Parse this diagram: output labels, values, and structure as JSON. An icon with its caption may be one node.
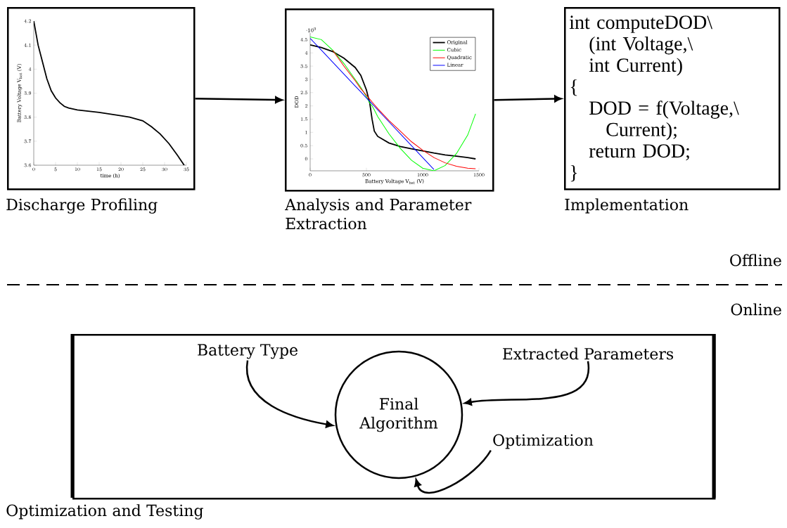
{
  "diagram": {
    "nodes": [
      {
        "text": [],
        "shape": "box",
        "beside": [
          "Discharge Profiling"
        ]
      },
      {
        "text": [],
        "shape": "box",
        "beside": [
          "Analysis and Parameter Extraction"
        ]
      },
      {
        "text": [
          "int computeDOD\\",
          "(int Voltage,\\",
          "int Current)",
          "{",
          "DOD = f(Voltage,\\",
          "Current);",
          "return DOD;",
          "}"
        ],
        "beside": [
          "Implementation"
        ]
      },
      {
        "text": [],
        "shape": "box",
        "beside": [
          "Optimization and Testing"
        ]
      },
      {
        "text": [
          "Battery Type"
        ],
        "in": 3
      },
      {
        "text": [
          "Final Algorithm"
        ],
        "in": 3
      },
      {
        "text": [
          "Extracted Parameters"
        ],
        "in": 3
      },
      {
        "text": [
          "Optimization"
        ],
        "in": 3
      }
    ],
    "edges": [
      {
        "from": 0,
        "to": 1,
        "arrow": "to"
      },
      {
        "from": 1,
        "to": 2,
        "arrow": "to"
      },
      {
        "from": 4,
        "to": 5,
        "arrow": "to"
      },
      {
        "from": 6,
        "to": 5,
        "arrow": "to"
      },
      {
        "from": 7,
        "to": 5,
        "arrow": "to"
      }
    ],
    "labels": [
      "Offline",
      "Online"
    ],
    "chart_data": [
      {
        "type": "line",
        "xlabel": "time (h)",
        "ylabel": "Battery Voltage V$_{bat}$ (V)",
        "x": [
          0,
          1,
          2,
          3,
          4,
          5,
          6,
          7,
          8,
          10,
          15,
          20,
          22,
          25,
          27,
          29,
          31,
          33,
          34.5
        ],
        "values": [
          4.2,
          4.1,
          4.03,
          3.96,
          3.91,
          3.88,
          3.86,
          3.845,
          3.838,
          3.83,
          3.82,
          3.806,
          3.8,
          3.785,
          3.76,
          3.73,
          3.69,
          3.64,
          3.6
        ],
        "xlim": [
          0,
          35
        ],
        "ylim": [
          3.6,
          4.2
        ],
        "xticks": [
          0,
          5,
          10,
          15,
          20,
          25,
          30,
          35
        ],
        "yticks": [
          3.6,
          3.7,
          3.8,
          3.9,
          4,
          4.1,
          4.2
        ]
      },
      {
        "type": "line",
        "xlabel": "Battery Voltage V$_{bat}$ (V)",
        "ylabel": "DOD",
        "x": [
          0,
          100,
          200,
          300,
          400,
          450,
          500,
          530,
          550,
          570,
          600,
          700,
          800,
          900,
          1000,
          1100,
          1200,
          1300,
          1400,
          1470
        ],
        "series": [
          {
            "name": "Original",
            "color": "#000000",
            "values": [
              4.3,
              4.2,
              4.05,
              3.8,
              3.45,
              3.15,
              2.6,
              2.1,
              1.5,
              1.05,
              0.85,
              0.6,
              0.47,
              0.38,
              0.3,
              0.22,
              0.15,
              0.1,
              0.05,
              0.0
            ]
          },
          {
            "name": "Cubic",
            "color": "#00ff00",
            "values": [
              4.6,
              4.5,
              4.1,
              3.6,
              3.0,
              2.7,
              2.35,
              2.1,
              2.0,
              1.85,
              1.6,
              0.95,
              0.4,
              -0.05,
              -0.35,
              -0.45,
              -0.25,
              0.2,
              0.9,
              1.7
            ]
          },
          {
            "name": "Quadratic",
            "color": "#ff0000",
            "values": [
              null,
              null,
              4.1,
              3.5,
              2.95,
              2.65,
              2.4,
              2.25,
              2.15,
              2.05,
              1.9,
              1.45,
              1.05,
              0.65,
              0.33,
              0.05,
              -0.15,
              -0.28,
              -0.35,
              -0.37
            ]
          },
          {
            "name": "Linear",
            "color": "#0000ff",
            "values": [
              4.55,
              4.1,
              3.65,
              3.2,
              2.75,
              2.53,
              2.3,
              2.17,
              2.08,
              1.99,
              1.85,
              1.4,
              0.95,
              0.5,
              0.05,
              -0.4,
              null,
              null,
              null,
              null
            ]
          }
        ],
        "xlim": [
          0,
          1500
        ],
        "ylim": [
          -0.45,
          4.75
        ],
        "xticks": [
          0,
          500,
          1000,
          1500
        ],
        "yticks": [
          0,
          0.5,
          1,
          1.5,
          2,
          2.5,
          3,
          3.5,
          4,
          4.5
        ],
        "annotations": [
          "·10$^{9}$"
        ],
        "legend": true
      }
    ]
  }
}
